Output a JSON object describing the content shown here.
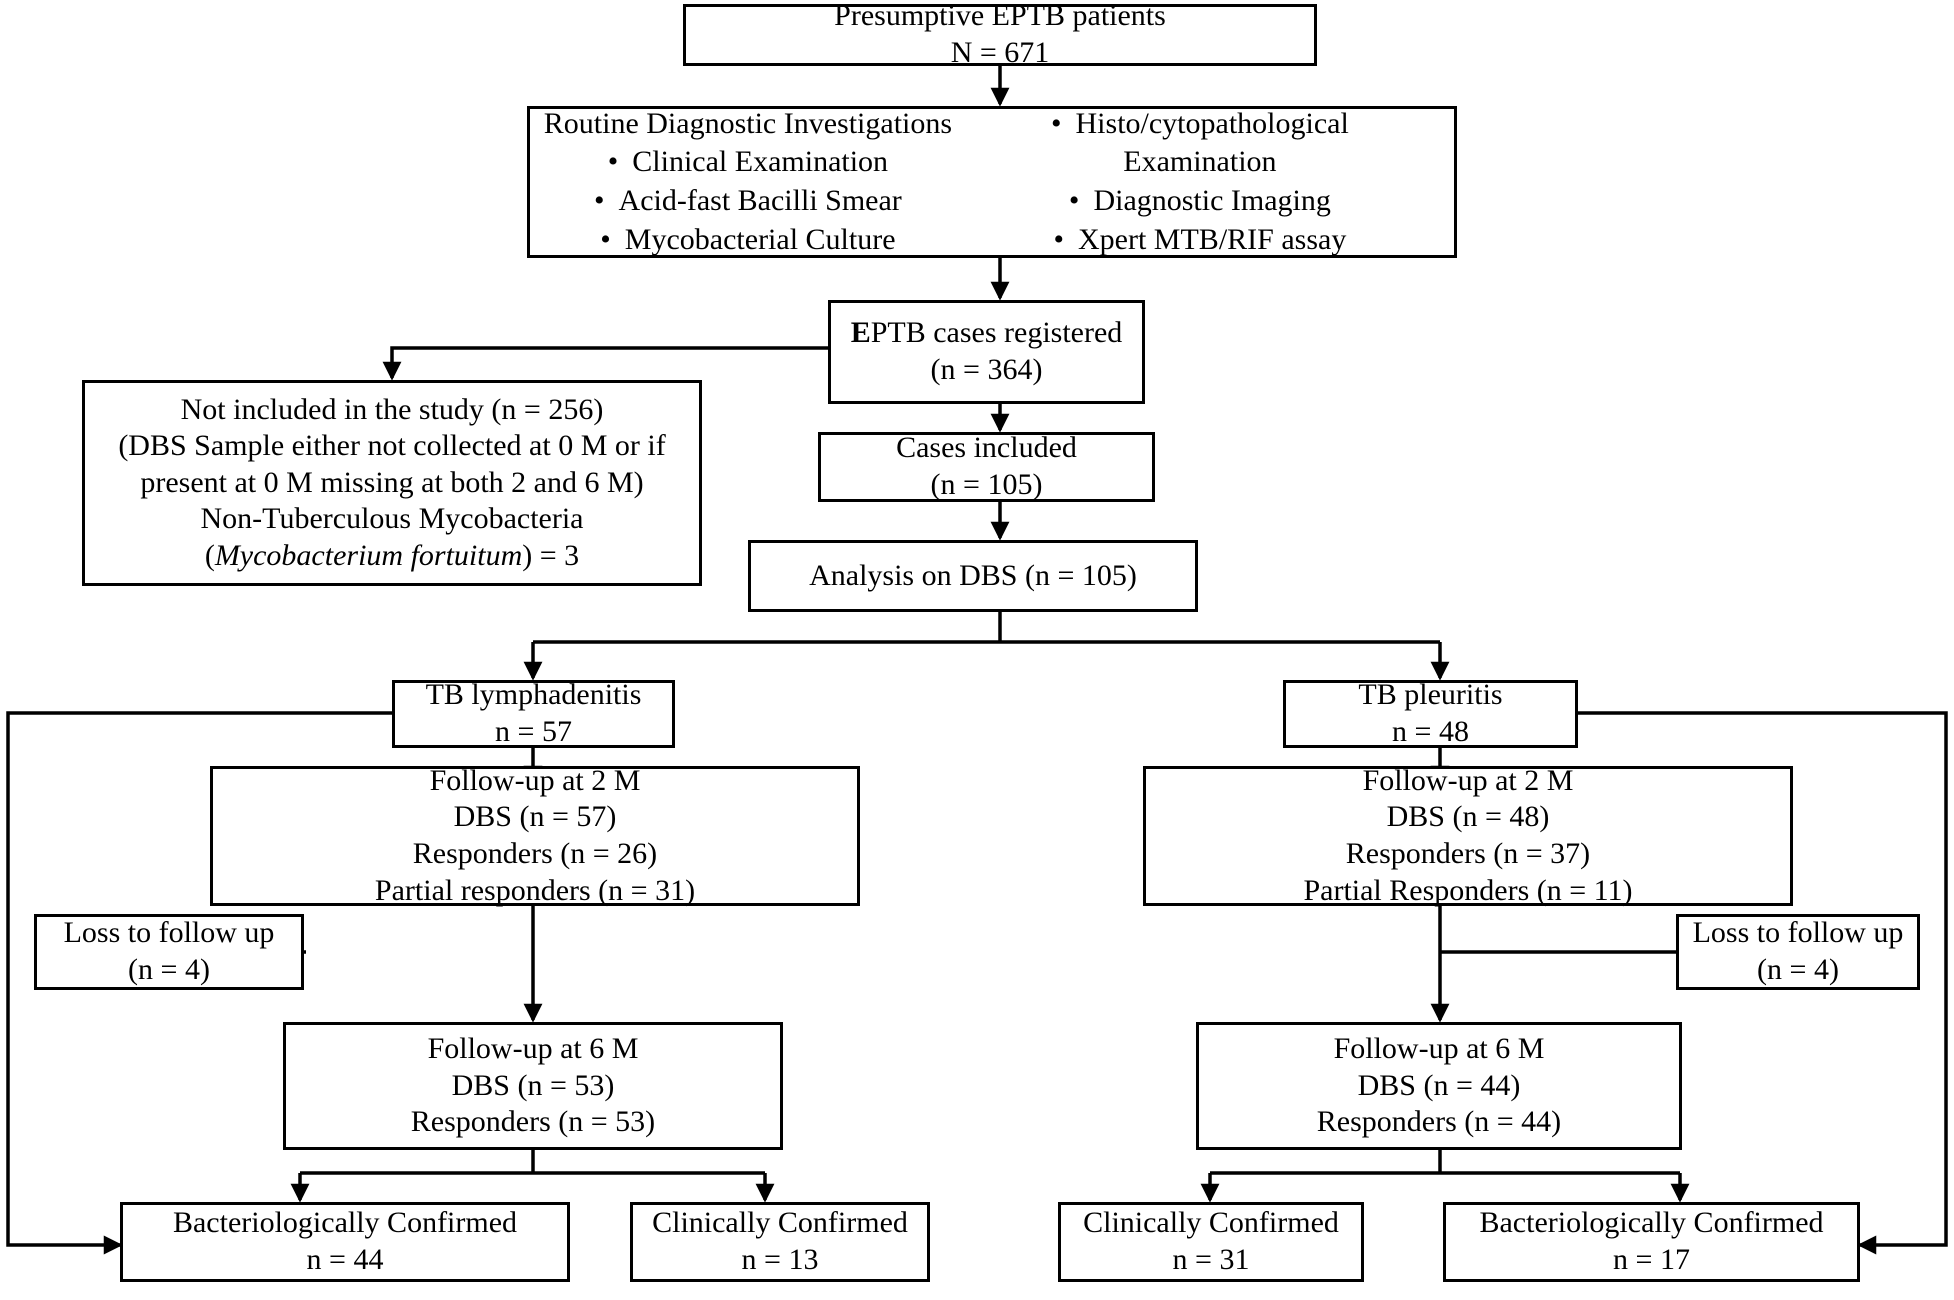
{
  "figure": {
    "type": "flowchart",
    "title": "EPTB patient enrollment and follow-up flow diagram"
  },
  "nodes": {
    "presumptive": {
      "label": "Presumptive  EPTB patients",
      "count": "N = 671"
    },
    "investigations": {
      "heading": "Routine Diagnostic Investigations",
      "left_items": [
        "Clinical Examination",
        "Acid-fast Bacilli Smear",
        "Mycobacterial Culture"
      ],
      "right_items": [
        "Histo/cytopathological",
        "Examination",
        "Diagnostic Imaging",
        "Xpert MTB/RIF assay"
      ],
      "right_item_1a": "Histo/cytopathological",
      "right_item_1b": "Examination",
      "right_item_2": "Diagnostic Imaging",
      "right_item_3": "Xpert MTB/RIF assay"
    },
    "registered": {
      "label_bold": "E",
      "label_rest": "PTB cases registered",
      "count": "(n = 364)"
    },
    "not_included": {
      "line1": "Not included in the study  (n = 256)",
      "line2": "(DBS Sample either not collected at 0 M or if",
      "line3": "present at 0 M missing at both 2 and 6 M)",
      "line4": "Non-Tuberculous Mycobacteria",
      "line5_italic": "Mycobacterium fortuitum",
      "line5_prefix": "(",
      "line5_suffix": ") = 3"
    },
    "cases_included": {
      "label": "Cases included",
      "count": "(n = 105)"
    },
    "analysis_dbs": {
      "label": "Analysis on DBS   (n = 105)"
    },
    "tb_lymphadenitis": {
      "label": "TB lymphadenitis",
      "count": "n = 57"
    },
    "tb_pleuritis": {
      "label": "TB pleuritis",
      "count": "n = 48"
    },
    "followup2m_left": {
      "line1": "Follow-up at 2 M",
      "line2": "DBS (n = 57)",
      "line3": "Responders (n = 26)",
      "line4": "Partial responders (n = 31)"
    },
    "followup2m_right": {
      "line1": "Follow-up at 2 M",
      "line2": "DBS (n = 48)",
      "line3": "Responders (n = 37)",
      "line4": "Partial Responders (n = 11)"
    },
    "loss_left": {
      "line1": "Loss to follow up",
      "line2": "(n = 4)"
    },
    "loss_right": {
      "line1": "Loss to follow up",
      "line2": "(n = 4)"
    },
    "followup6m_left": {
      "line1": "Follow-up at 6 M",
      "line2": "DBS (n = 53)",
      "line3": "Responders (n = 53)"
    },
    "followup6m_right": {
      "line1": "Follow-up at 6 M",
      "line2": "DBS (n = 44)",
      "line3": "Responders (n = 44)"
    },
    "bact_left": {
      "label": "Bacteriologically Confirmed",
      "count": "n = 44"
    },
    "clin_left": {
      "label": "Clinically Confirmed",
      "count": "n = 13"
    },
    "clin_right": {
      "label": "Clinically Confirmed",
      "count": "n = 31"
    },
    "bact_right": {
      "label": "Bacteriologically Confirmed",
      "count": "n = 17"
    }
  },
  "chart_data": {
    "type": "table",
    "title": "EPTB study flow",
    "categories": [
      "Presumptive EPTB patients",
      "EPTB cases registered",
      "Not included in the study",
      "Cases included / Analysis on DBS",
      "TB lymphadenitis",
      "TB pleuritis",
      "Lymphadenitis DBS at 2 M",
      "Lymphadenitis responders at 2 M",
      "Lymphadenitis partial responders at 2 M",
      "Lymphadenitis loss to follow up",
      "Lymphadenitis DBS at 6 M",
      "Lymphadenitis responders at 6 M",
      "Lymphadenitis bacteriologically confirmed",
      "Lymphadenitis clinically confirmed",
      "Pleuritis DBS at 2 M",
      "Pleuritis responders at 2 M",
      "Pleuritis partial responders at 2 M",
      "Pleuritis loss to follow up",
      "Pleuritis DBS at 6 M",
      "Pleuritis responders at 6 M",
      "Pleuritis clinically confirmed",
      "Pleuritis bacteriologically confirmed",
      "Non-Tuberculous Mycobacteria (Mycobacterium fortuitum)"
    ],
    "values": [
      671,
      364,
      256,
      105,
      57,
      48,
      57,
      26,
      31,
      4,
      53,
      53,
      44,
      13,
      48,
      37,
      11,
      4,
      44,
      44,
      31,
      17,
      3
    ]
  }
}
